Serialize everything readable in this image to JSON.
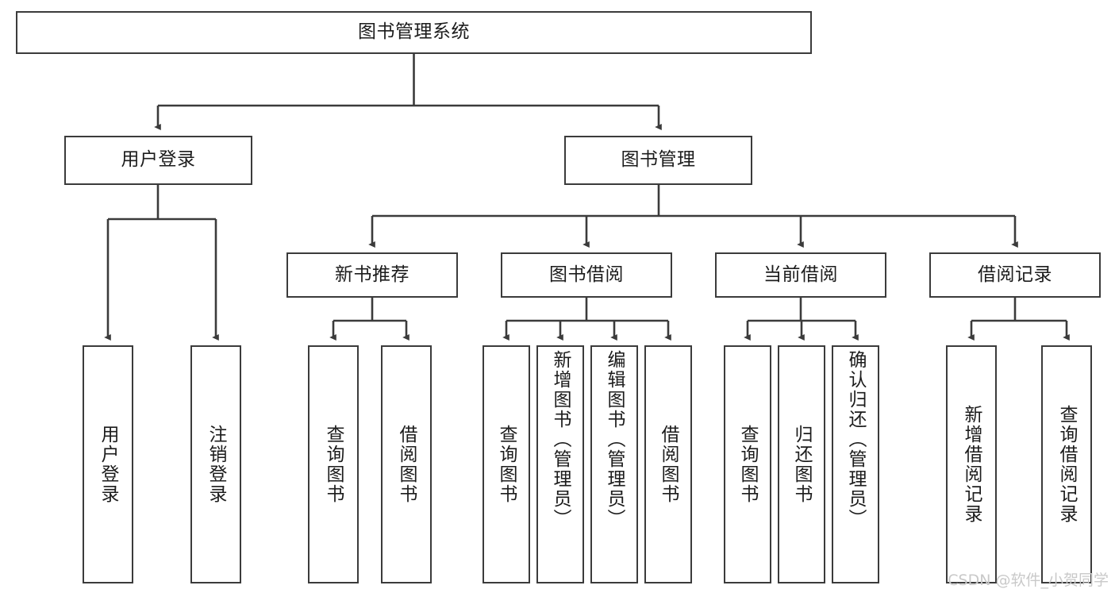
{
  "diagram": {
    "title": "图书管理系统",
    "watermark": "CSDN @软件_小贺同学",
    "line_color": "#3b3b3b",
    "box_border_color": "#3b3b3b",
    "box_fill_color": "#ffffff",
    "text_color": "#1c1c1c"
  },
  "root": {
    "label": "图书管理系统"
  },
  "level2": [
    {
      "label": "用户登录"
    },
    {
      "label": "图书管理"
    }
  ],
  "level3": [
    {
      "label": "新书推荐"
    },
    {
      "label": "图书借阅"
    },
    {
      "label": "当前借阅"
    },
    {
      "label": "借阅记录"
    }
  ],
  "leaves": {
    "user_login": [
      {
        "label": "用户登录"
      },
      {
        "label": "注销登录"
      }
    ],
    "new_book_recommend": [
      {
        "label": "查询图书"
      },
      {
        "label": "借阅图书"
      }
    ],
    "book_borrow": [
      {
        "label": "查询图书"
      },
      {
        "label": "新增图书（管理员）"
      },
      {
        "label": "编辑图书（管理员）"
      },
      {
        "label": "借阅图书"
      }
    ],
    "current_borrow": [
      {
        "label": "查询图书"
      },
      {
        "label": "归还图书"
      },
      {
        "label": "确认归还（管理员）"
      }
    ],
    "borrow_record": [
      {
        "label": "新增借阅记录"
      },
      {
        "label": "查询借阅记录"
      }
    ]
  }
}
